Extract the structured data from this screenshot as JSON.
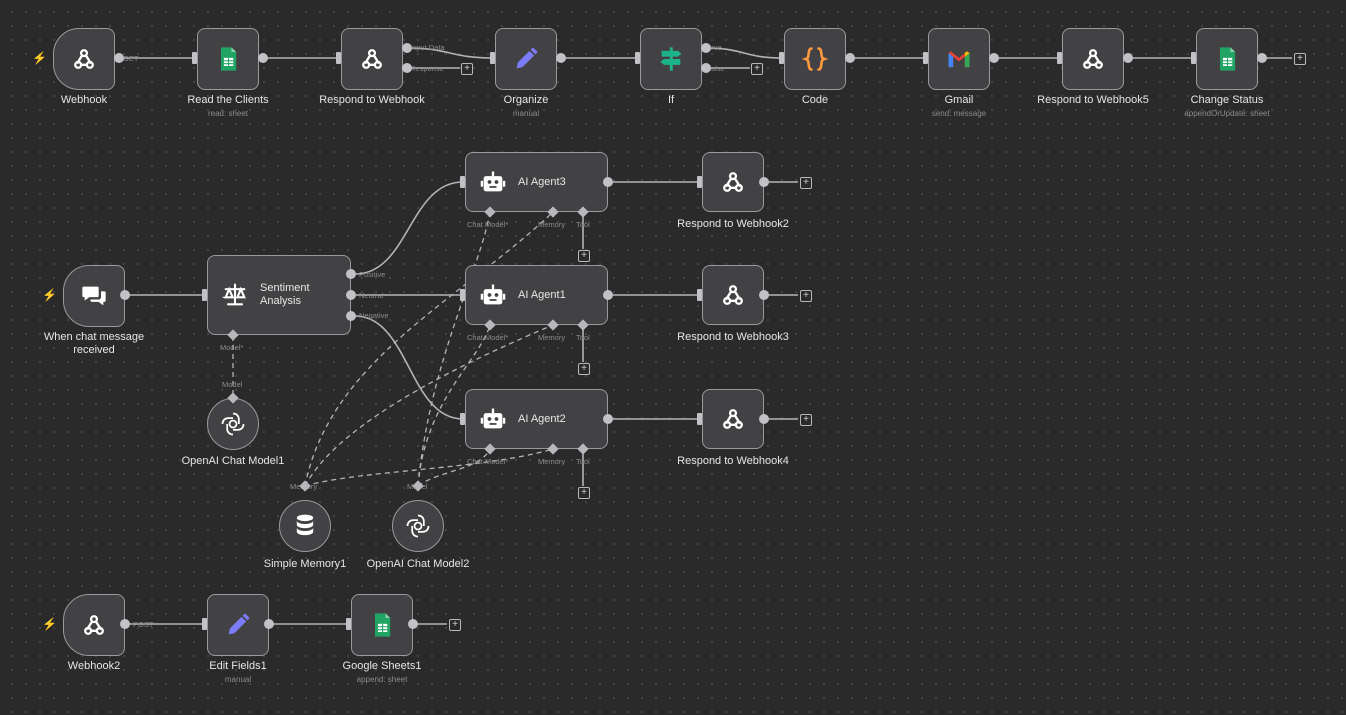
{
  "nodes": {
    "webhook": {
      "label": "Webhook"
    },
    "read_clients": {
      "label": "Read the Clients",
      "sub": "read: sheet"
    },
    "respond_webhook": {
      "label": "Respond to Webhook"
    },
    "organize": {
      "label": "Organize",
      "sub": "manual"
    },
    "if": {
      "label": "If"
    },
    "code": {
      "label": "Code"
    },
    "gmail": {
      "label": "Gmail",
      "sub": "send: message"
    },
    "respond_webhook5": {
      "label": "Respond to Webhook5"
    },
    "change_status": {
      "label": "Change Status",
      "sub": "appendOrUpdate: sheet"
    },
    "chat_trigger": {
      "label": "When chat message received"
    },
    "sentiment": {
      "label": "Sentiment Analysis"
    },
    "ai_agent3": {
      "label": "AI Agent3"
    },
    "ai_agent1": {
      "label": "AI Agent1"
    },
    "ai_agent2": {
      "label": "AI Agent2"
    },
    "respond_webhook2": {
      "label": "Respond to Webhook2"
    },
    "respond_webhook3": {
      "label": "Respond to Webhook3"
    },
    "respond_webhook4": {
      "label": "Respond to Webhook4"
    },
    "openai_model1": {
      "label": "OpenAI Chat Model1"
    },
    "simple_memory1": {
      "label": "Simple Memory1"
    },
    "openai_model2": {
      "label": "OpenAI Chat Model2"
    },
    "webhook2": {
      "label": "Webhook2"
    },
    "edit_fields1": {
      "label": "Edit Fields1",
      "sub": "manual"
    },
    "google_sheets1": {
      "label": "Google Sheets1",
      "sub": "append: sheet"
    }
  },
  "edge_labels": {
    "get": "GET",
    "input_data": "Input Data",
    "response": "Response",
    "true": "true",
    "false": "false",
    "positive": "Positive",
    "neutral": "Neutral",
    "negative": "Negative",
    "post": "POST"
  },
  "port_labels": {
    "chat_model": "Chat Model*",
    "memory": "Memory",
    "tool": "Tool",
    "model_req": "Model*",
    "model": "Model",
    "memory_in": "Memory",
    "model_in": "Model"
  },
  "icons": {
    "webhook": "webhook-icon",
    "sheets": "google-sheets-icon",
    "pencil": "pencil-icon",
    "if": "signpost-icon",
    "code": "code-braces-icon",
    "gmail": "gmail-icon",
    "chat": "chat-bubbles-icon",
    "scale": "balance-scale-icon",
    "robot": "robot-icon",
    "openai": "openai-icon",
    "database": "database-icon",
    "bolt": "lightning-icon"
  },
  "colors": {
    "canvas": "#2a2a2b",
    "node": "#424244",
    "border": "#9a9a9e",
    "edge": "#b4b4b8",
    "sheets": "#1fa463",
    "pencil": "#7c7cf8",
    "if": "#1db38a",
    "code": "#ff9a3c",
    "trigger": "#ff6d5a"
  },
  "plus": "+"
}
